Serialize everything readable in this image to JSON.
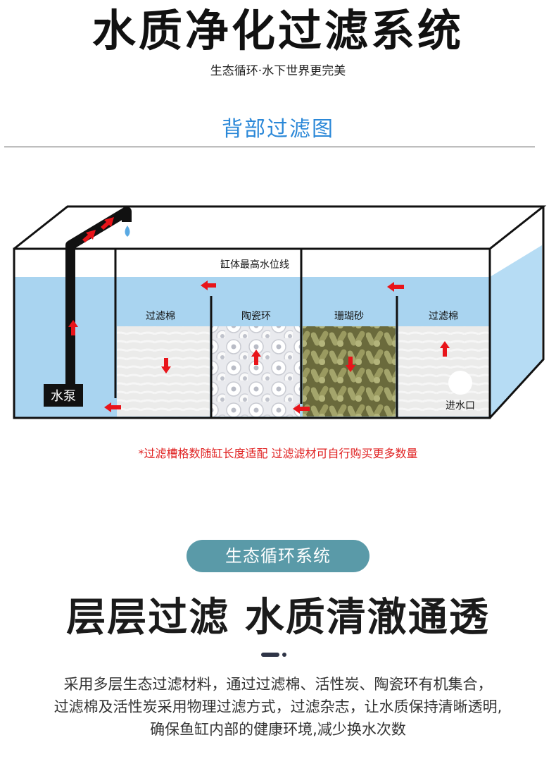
{
  "header": {
    "title": "水质净化过滤系统",
    "subtitle": "生态循环·水下世界更完美",
    "section_title": "背部过滤图"
  },
  "diagram": {
    "water_line_label": "缸体最高水位线",
    "pump_label": "水泵",
    "inlet_label": "进水口",
    "chambers": [
      {
        "label": "过滤棉"
      },
      {
        "label": "陶瓷环"
      },
      {
        "label": "珊瑚砂"
      },
      {
        "label": "过滤棉"
      }
    ],
    "colors": {
      "water": "#a9d4f0",
      "arrow": "#e8141a",
      "frame": "#111111"
    }
  },
  "note": "*过滤槽格数随缸长度适配 过滤滤材可自行购买更多数量",
  "badge": "生态循环系统",
  "headline": "层层过滤 水质清澈通透",
  "description": [
    "采用多层生态过滤材料，通过过滤棉、活性炭、陶瓷环有机集合，",
    "过滤棉及活性炭采用物理过滤方式，过滤杂志，让水质保持清晰透明,",
    "确保鱼缸内部的健康环境,减少换水次数"
  ]
}
